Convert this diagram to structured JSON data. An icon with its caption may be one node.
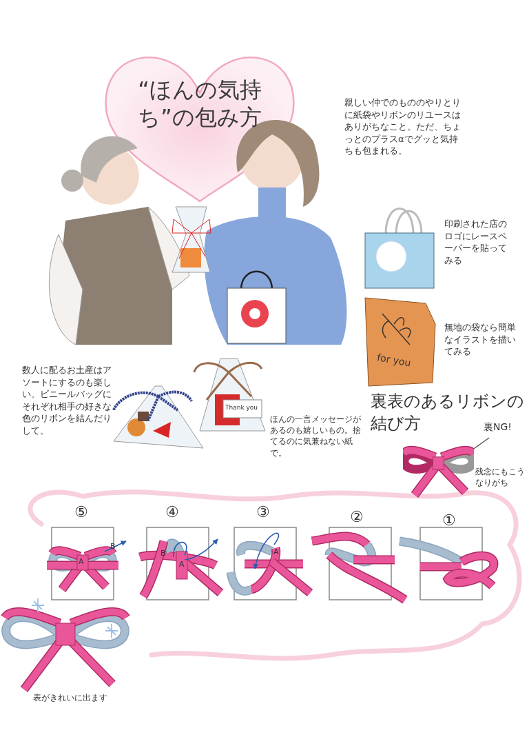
{
  "diagram": {
    "title": "“ほんの気持ち”の包み方",
    "nodes": [
      {
        "text": [
          "裏NG!"
        ]
      },
      {
        "text": [],
        "shape": "picture",
        "beside": [
          "残念にもこうなりがち"
        ]
      }
    ],
    "edges": [
      {
        "from": 0,
        "to": 1,
        "arrow": "none"
      }
    ],
    "labels": [
      "親しい仲でのもののやりとりに紙袋やリボンのリユースはありがちなこと。ただ、ちょっとのプラスαでグッと気持ちも包まれる。",
      "印刷された店のロゴにレースペーパーを貼ってみる",
      "for you",
      "無地の袋なら簡単なイラストを描いてみる",
      "数人に配るお土産はアソートにするのも楽しい。ビニールバッグにそれぞれ相手の好きな色のリボンを結んだりして。",
      "Thank you",
      "ほんの一言メッセージがあるのも嬉しいもの。捨てるのに気兼ねない紙で。",
      "裏表のあるリボンの結び方",
      "⑤",
      "④",
      "③",
      "②",
      "①",
      "B",
      "A",
      "B",
      "A",
      "A",
      "表がきれいに出ます"
    ]
  }
}
